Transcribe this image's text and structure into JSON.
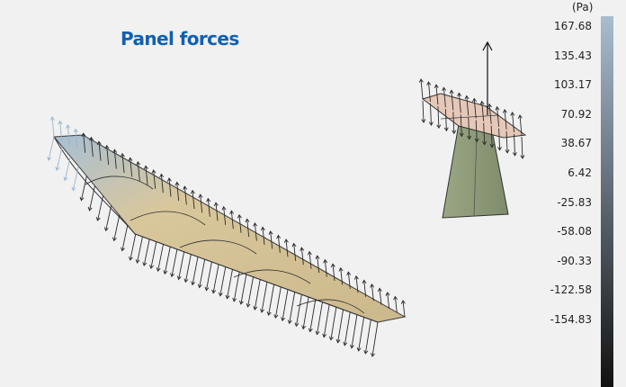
{
  "title": "Panel forces",
  "colorbar": {
    "unit": "(Pa)",
    "ticks": [
      "167.68",
      "135.43",
      "103.17",
      "70.92",
      "38.67",
      "6.42",
      "-25.83",
      "-58.08",
      "-90.33",
      "-122.58",
      "-154.83"
    ],
    "colors": {
      "top": "#a9bdd0",
      "bottom": "#111111"
    }
  },
  "colors": {
    "hull": "#d6c49a",
    "sail": "#8e9c78",
    "deck": "#e4c4b4",
    "arrow": "#1a1a1a",
    "title": "#1060b0"
  }
}
